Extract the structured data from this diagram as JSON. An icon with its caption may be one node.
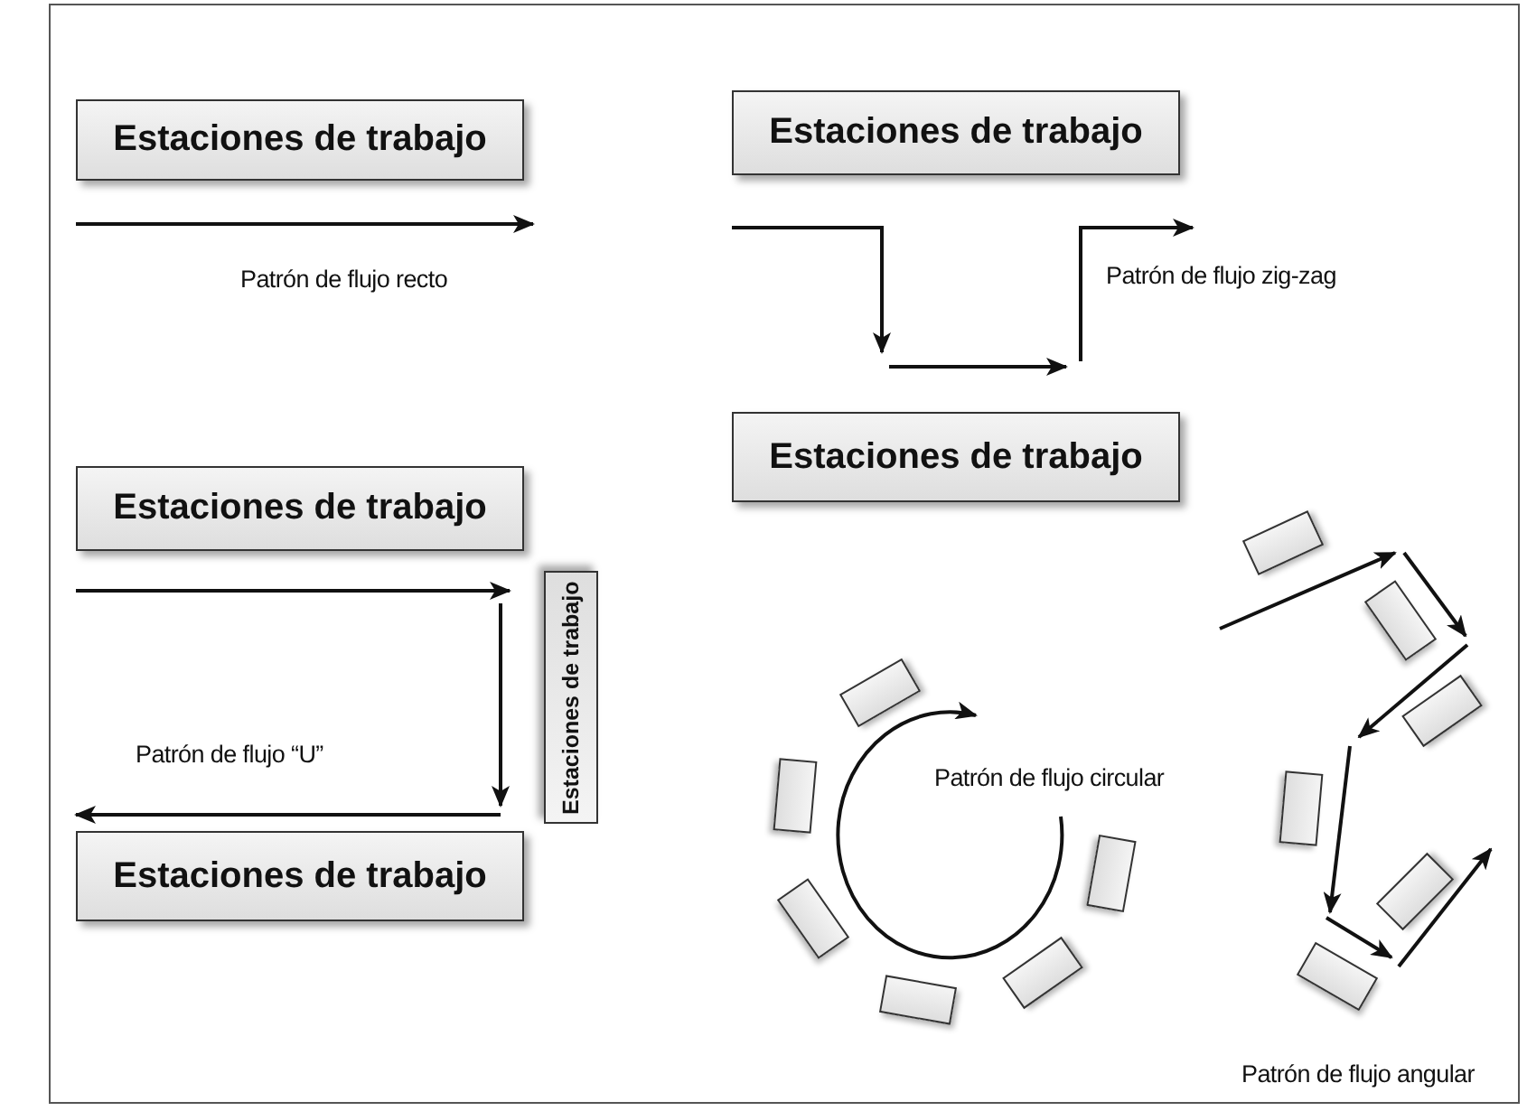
{
  "diagram": {
    "nodes": [
      {
        "text": [
          "Estaciones de trabajo"
        ]
      },
      {
        "text": [
          "Estaciones de trabajo"
        ]
      },
      {
        "text": [
          "Estaciones de trabajo"
        ]
      },
      {
        "text": [
          "Estaciones de trabajo"
        ]
      },
      {
        "text": [
          "Estaciones de trabajo"
        ]
      },
      {
        "text": [
          "Estaciones de trabajo"
        ]
      },
      {
        "text": [],
        "shape": "box"
      },
      {
        "text": [],
        "shape": "box"
      },
      {
        "text": [],
        "shape": "box"
      },
      {
        "text": [],
        "shape": "box"
      },
      {
        "text": [],
        "shape": "box"
      },
      {
        "text": [],
        "shape": "box"
      },
      {
        "text": [],
        "shape": "box"
      },
      {
        "text": [],
        "shape": "box"
      },
      {
        "text": [],
        "shape": "box"
      },
      {
        "text": [],
        "shape": "box"
      },
      {
        "text": [],
        "shape": "box"
      },
      {
        "text": [],
        "shape": "box"
      }
    ],
    "edges": [],
    "labels": [
      "Patrón de flujo recto",
      "Patrón de flujo zig-zag",
      "Patrón de flujo “U”",
      "Patrón de flujo circular",
      "Patrón de flujo angular"
    ]
  }
}
